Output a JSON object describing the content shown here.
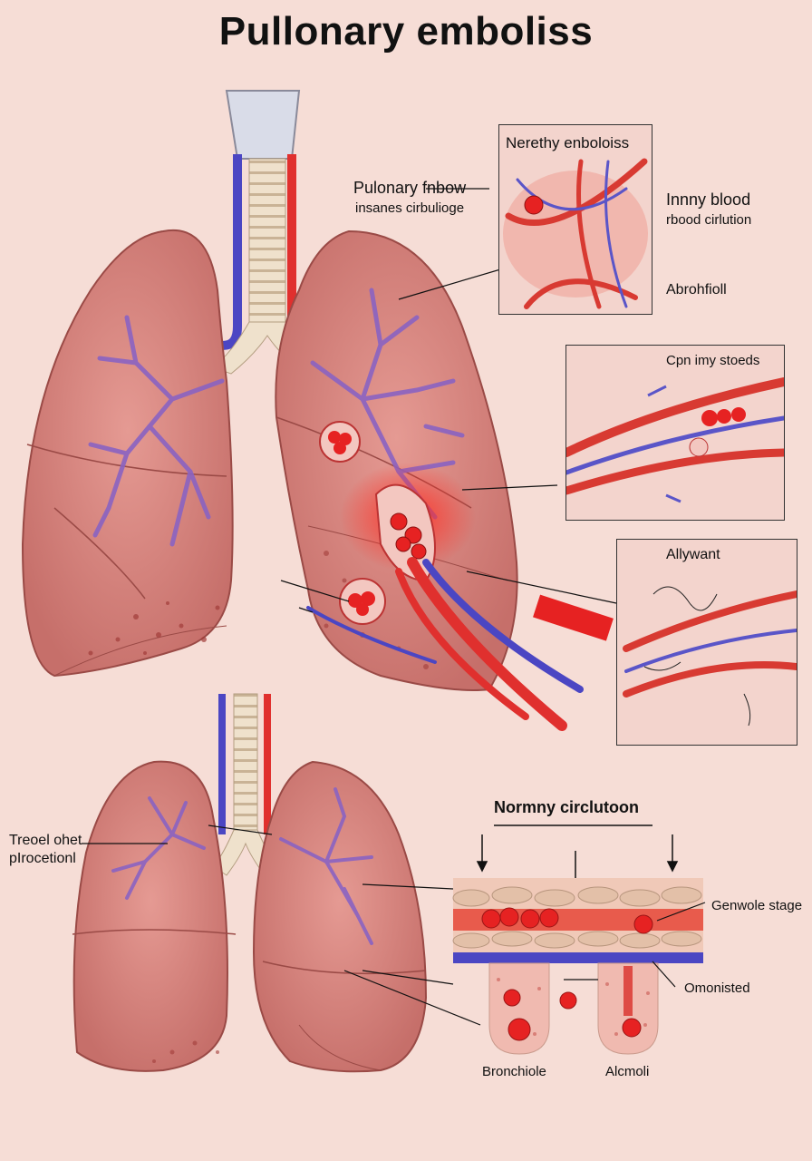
{
  "title": "Pullonary emboliss",
  "labels": {
    "pulmonary_main": "Pulonary fnbow",
    "pulmonary_sub": "insanes cirbulioge",
    "inset1_title": "Nerethy enboloiss",
    "inset1_right_main": "Innny blood",
    "inset1_right_sub": "rbood cirlution",
    "inset1_bottom": "Abrohfioll",
    "inset2_title": "Cpn imy stoeds",
    "inset3_title": "Allywant",
    "lower_left_line1": "Treoel ohet",
    "lower_left_line2": "pIrocetionl",
    "normal_title": "Normny circlutoon",
    "gas_stage": "Genwole stage",
    "omonisted": "Omonisted",
    "bronchiole": "Bronchiole",
    "alveoli": "Alcmoli"
  },
  "colors": {
    "background": "#f6ddd6",
    "lung": "#d98a84",
    "artery": "#e0302e",
    "vein": "#5a55c8",
    "clot": "#e62222",
    "bronchi": "#8a63c2"
  }
}
